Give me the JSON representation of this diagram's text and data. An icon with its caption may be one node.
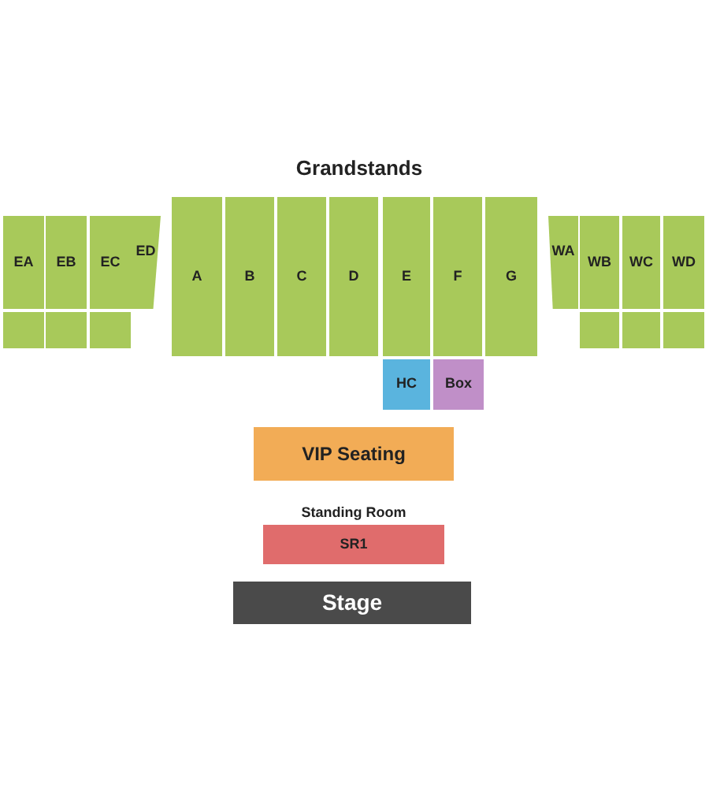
{
  "diagram": {
    "title": "Grandstands",
    "nodes": [
      {
        "text": [
          "EA"
        ]
      },
      {
        "text": [
          "EB"
        ]
      },
      {
        "text": [
          "EC"
        ]
      },
      {
        "text": [
          "ED"
        ]
      },
      {
        "text": [
          "A"
        ]
      },
      {
        "text": [
          "B"
        ]
      },
      {
        "text": [
          "C"
        ]
      },
      {
        "text": [
          "D"
        ]
      },
      {
        "text": [
          "E"
        ]
      },
      {
        "text": [
          "F"
        ]
      },
      {
        "text": [
          "G"
        ]
      },
      {
        "text": [
          "WA"
        ]
      },
      {
        "text": [
          "WB"
        ]
      },
      {
        "text": [
          "WC"
        ]
      },
      {
        "text": [
          "WD"
        ]
      },
      {
        "text": [],
        "shape": "box"
      },
      {
        "text": [],
        "shape": "box"
      },
      {
        "text": [],
        "shape": "box"
      },
      {
        "text": [],
        "shape": "box"
      },
      {
        "text": [],
        "shape": "box"
      },
      {
        "text": [],
        "shape": "box"
      },
      {
        "text": [
          "HC"
        ]
      },
      {
        "text": [
          "Box"
        ]
      },
      {
        "text": [
          "VIP Seating"
        ]
      },
      {
        "text": [
          "SR1"
        ],
        "beside": [
          "Standing Room"
        ]
      },
      {
        "text": [
          "Stage"
        ]
      }
    ]
  }
}
